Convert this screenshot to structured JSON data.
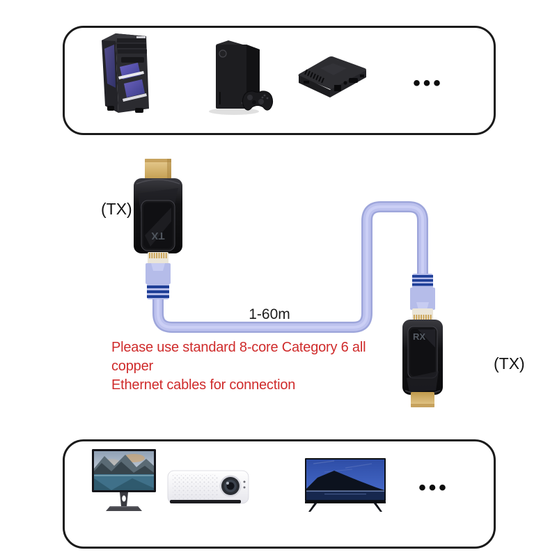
{
  "title": "HDMI extender over Ethernet connection diagram",
  "source_panel": {
    "ellipsis": "•••",
    "device_icons": [
      "gaming-pc-tower",
      "game-console-with-controller",
      "tv-set-top-box"
    ]
  },
  "display_panel": {
    "ellipsis": "•••",
    "device_icons": [
      "desktop-monitor",
      "projector",
      "television"
    ]
  },
  "diagram": {
    "left_unit_label": "(TX)",
    "right_unit_label": "(TX)",
    "left_unit_marking": "TX",
    "right_unit_marking": "RX",
    "cable_length_label": "1-60m",
    "warning_line1": "Please use standard 8-core Category 6 all copper",
    "warning_line2": "Ethernet cables for connection",
    "colors": {
      "cable_center": "#bdc2ee",
      "cable_edge": "#9ea6db",
      "boot_stripe": "#1e3e97",
      "hdmi_gold": "#d8b878",
      "warning_text": "#cf2b2b",
      "panel_border": "#1a1a1a"
    }
  }
}
